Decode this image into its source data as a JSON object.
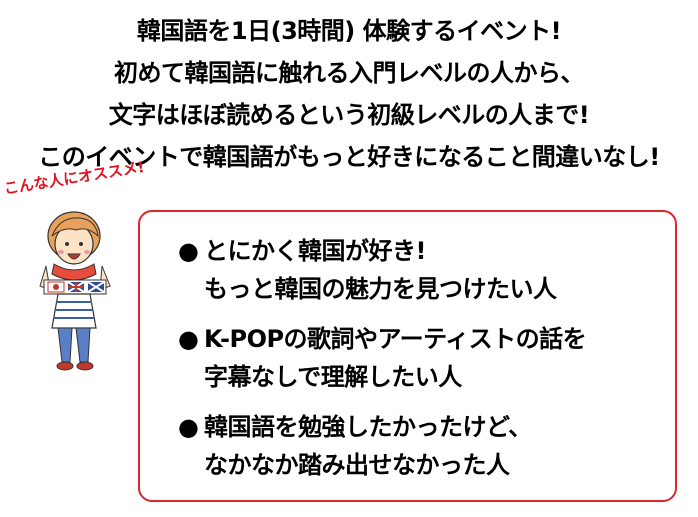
{
  "intro": {
    "lines": [
      "韓国語を1日(3時間) 体験するイベント!",
      "初めて韓国語に触れる入門レベルの人から、",
      "文字はほぼ読めるという初級レベルの人まで!",
      "このイベントで韓国語がもっと好きになること間違いなし!"
    ]
  },
  "recommend_tag": "こんな人にオススメ!",
  "bullet": "●",
  "items": [
    {
      "line1": "とにかく韓国が好き!",
      "line2": "もっと韓国の魅力を見つけたい人"
    },
    {
      "line1": "K-POPの歌詞やアーティストの話を",
      "line2": "字幕なしで理解したい人"
    },
    {
      "line1": "韓国語を勉強したかったけど、",
      "line2": "なかなか踏み出せなかった人"
    }
  ],
  "colors": {
    "accent": "#d9272e",
    "text": "#000000",
    "background": "#ffffff"
  }
}
